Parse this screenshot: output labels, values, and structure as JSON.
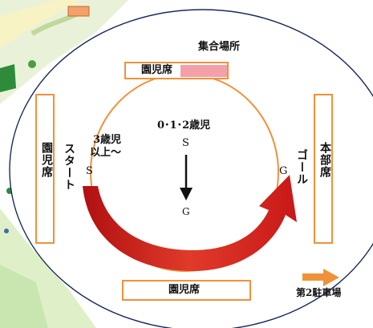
{
  "top": {
    "assembly_label": "集合場所",
    "seat_label": "園児席"
  },
  "left": {
    "seat_label": "園児席",
    "start_label": "スタート"
  },
  "right": {
    "goal_label": "ゴール",
    "hq_label": "本部席"
  },
  "bottom": {
    "seat_label": "園児席",
    "parking_label": "第2駐車場"
  },
  "track": {
    "inner_group": "0･1･2歳児",
    "inner_start": "S",
    "inner_goal": "G",
    "outer_group_line1": "3歳児",
    "outer_group_line2": "以上～",
    "outer_start": "S",
    "outer_goal": "G"
  },
  "colors": {
    "box_border": "#f0913a",
    "track_circle": "#f0913a",
    "arrow_red": "#c81818",
    "parking_arrow": "#f0913a",
    "pink_box": "#f4a0a8",
    "field_outline": "#1a2a5a"
  }
}
